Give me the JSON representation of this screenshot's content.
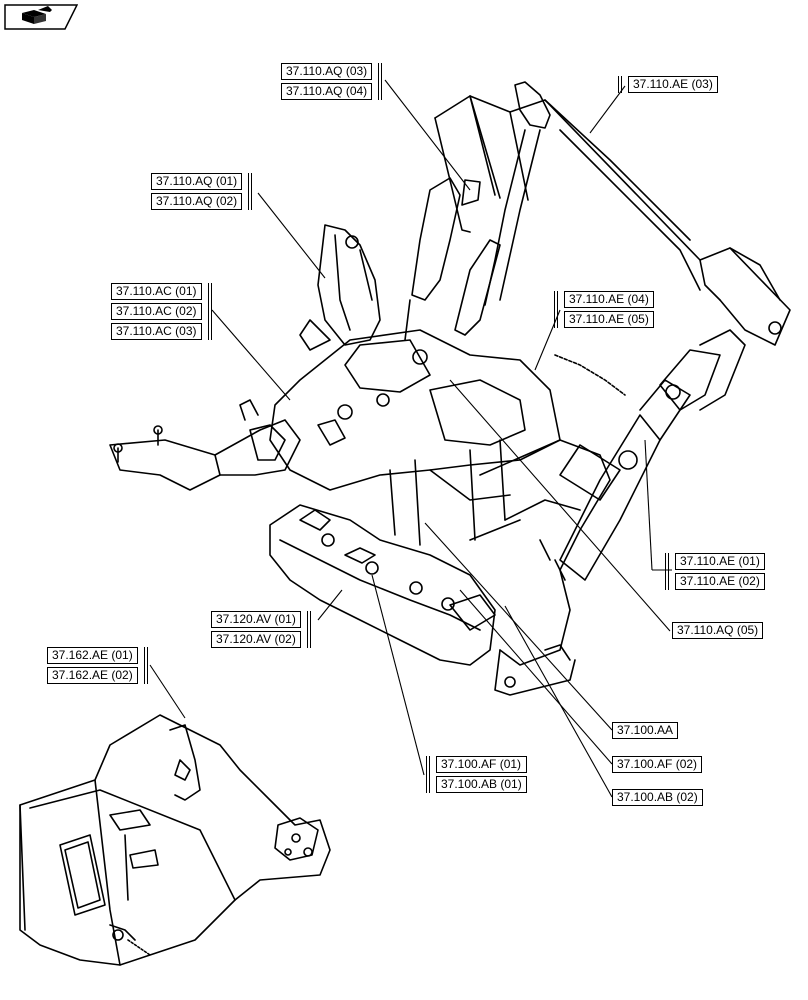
{
  "callouts": [
    {
      "id": "ae03",
      "labels": [
        "37.110.AE (03)"
      ]
    },
    {
      "id": "aq0304",
      "labels": [
        "37.110.AQ (03)",
        "37.110.AQ (04)"
      ]
    },
    {
      "id": "aq0102",
      "labels": [
        "37.110.AQ (01)",
        "37.110.AQ (02)"
      ]
    },
    {
      "id": "ac",
      "labels": [
        "37.110.AC (01)",
        "37.110.AC (02)",
        "37.110.AC (03)"
      ]
    },
    {
      "id": "ae0405",
      "labels": [
        "37.110.AE (04)",
        "37.110.AE (05)"
      ]
    },
    {
      "id": "ae0102",
      "labels": [
        "37.110.AE (01)",
        "37.110.AE (02)"
      ]
    },
    {
      "id": "aq05",
      "labels": [
        "37.110.AQ (05)"
      ]
    },
    {
      "id": "av",
      "labels": [
        "37.120.AV (01)",
        "37.120.AV (02)"
      ]
    },
    {
      "id": "ae162",
      "labels": [
        "37.162.AE (01)",
        "37.162.AE (02)"
      ]
    },
    {
      "id": "aa",
      "labels": [
        "37.100.AA"
      ]
    },
    {
      "id": "af01ab01",
      "labels": [
        "37.100.AF (01)",
        "37.100.AB (01)"
      ]
    },
    {
      "id": "af02",
      "labels": [
        "37.100.AF (02)"
      ]
    },
    {
      "id": "ab02",
      "labels": [
        "37.100.AB (02)"
      ]
    }
  ],
  "icons": {
    "nav": "page-turn-icon"
  },
  "colors": {
    "line": "#000000",
    "background": "#ffffff"
  }
}
